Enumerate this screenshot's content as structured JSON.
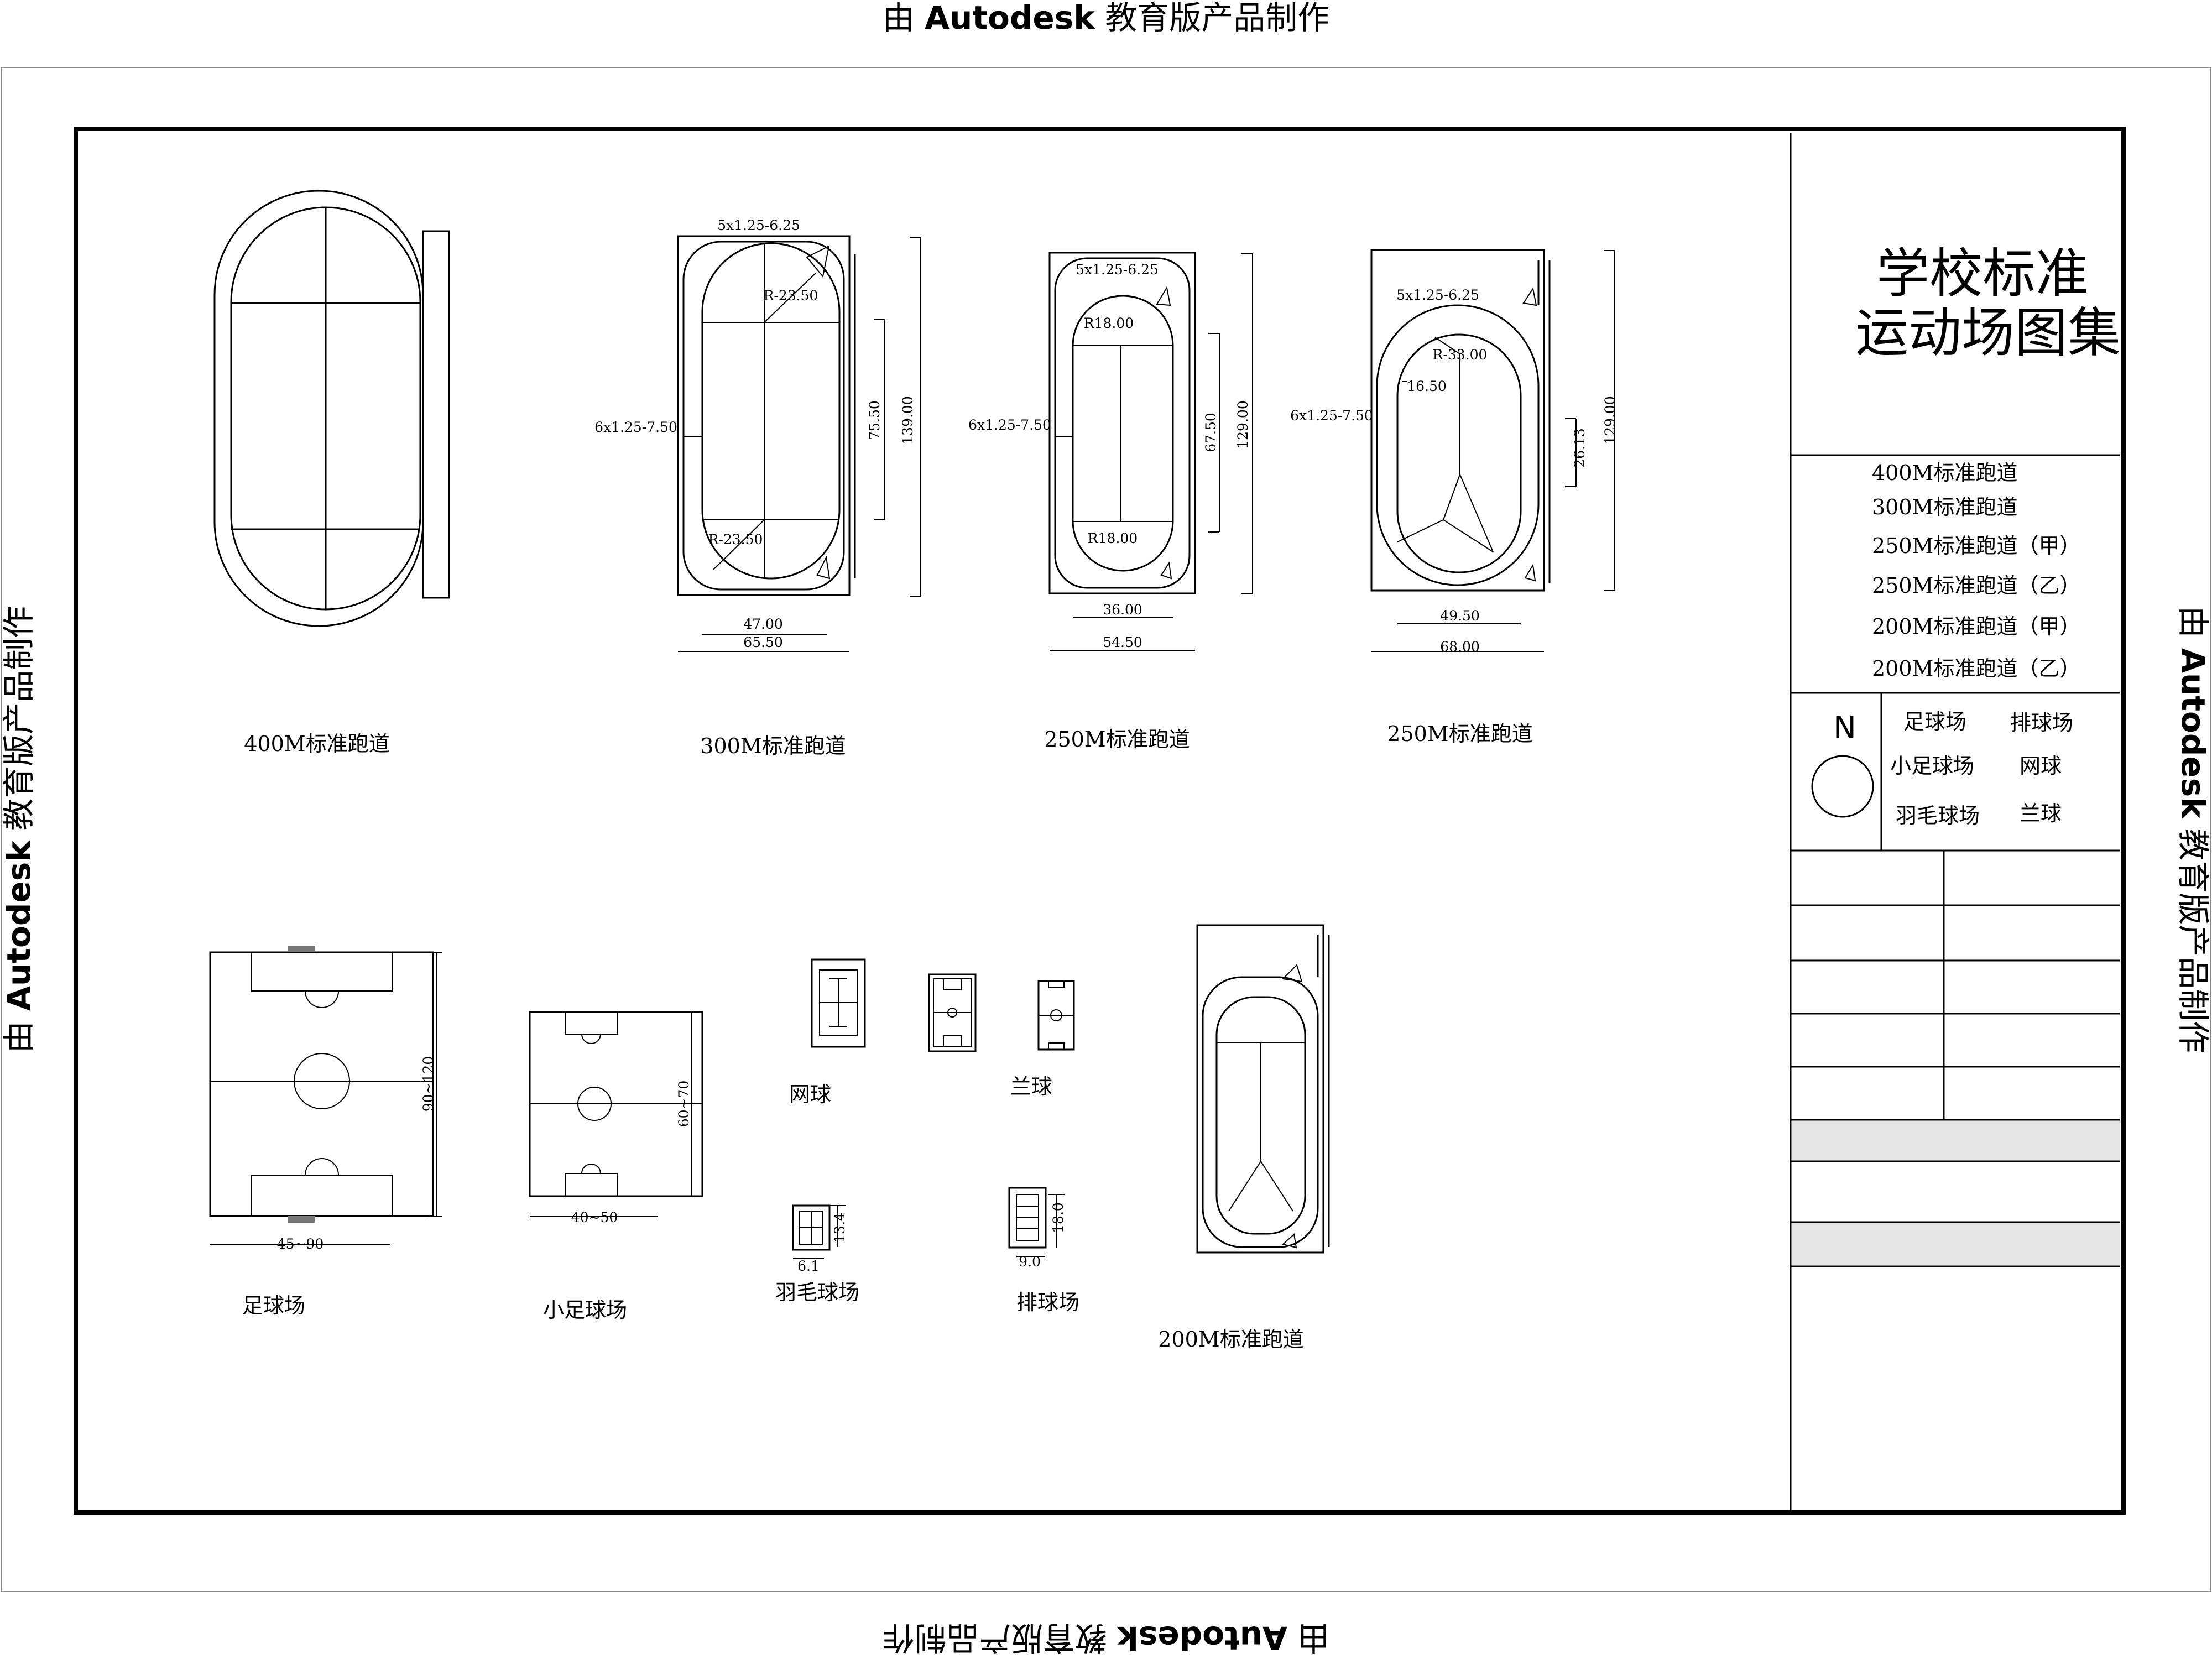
{
  "watermark": {
    "prefix": "由",
    "brand": "Autodesk",
    "suffix": "教育版产品制作"
  },
  "title_block": {
    "title_line1": "学校标准",
    "title_line2": "运动场图集",
    "index": [
      "400M标准跑道",
      "300M标准跑道",
      "250M标准跑道（甲）",
      "250M标准跑道（乙）",
      "200M标准跑道（甲）",
      "200M标准跑道（乙）"
    ],
    "north_label": "N",
    "courts_col1": [
      "足球场",
      "小足球场",
      "羽毛球场"
    ],
    "courts_col2": [
      "排球场",
      "网球",
      "兰球"
    ]
  },
  "drawings": {
    "track400": {
      "label": "400M标准跑道"
    },
    "track300": {
      "label": "300M标准跑道",
      "dims": [
        "5x1.25-6.25",
        "R-23.50",
        "6x1.25-7.50",
        "R-23.50",
        "75.50",
        "139.00",
        "47.00",
        "65.50"
      ]
    },
    "track250a": {
      "label": "250M标准跑道",
      "dims": [
        "5x1.25-6.25",
        "R18.00",
        "6x1.25-7.50",
        "R18.00",
        "67.50",
        "129.00",
        "36.00",
        "54.50"
      ]
    },
    "track250b": {
      "label": "250M标准跑道",
      "dims": [
        "5x1.25-6.25",
        "R-33.00",
        "16.50",
        "6x1.25-7.50",
        "26.13",
        "129.00",
        "49.50",
        "68.00"
      ]
    },
    "football": {
      "label": "足球场",
      "dims": [
        "90~120",
        "45~90"
      ]
    },
    "small_football": {
      "label": "小足球场",
      "dims": [
        "60~70",
        "40~50"
      ]
    },
    "tennis": {
      "label": "网球"
    },
    "basketball": {
      "label": "兰球"
    },
    "badminton": {
      "label": "羽毛球场",
      "dims": [
        "13.4",
        "6.1"
      ]
    },
    "volleyball": {
      "label": "排球场",
      "dims": [
        "18.0",
        "9.0"
      ]
    },
    "track200": {
      "label": "200M标准跑道"
    }
  }
}
